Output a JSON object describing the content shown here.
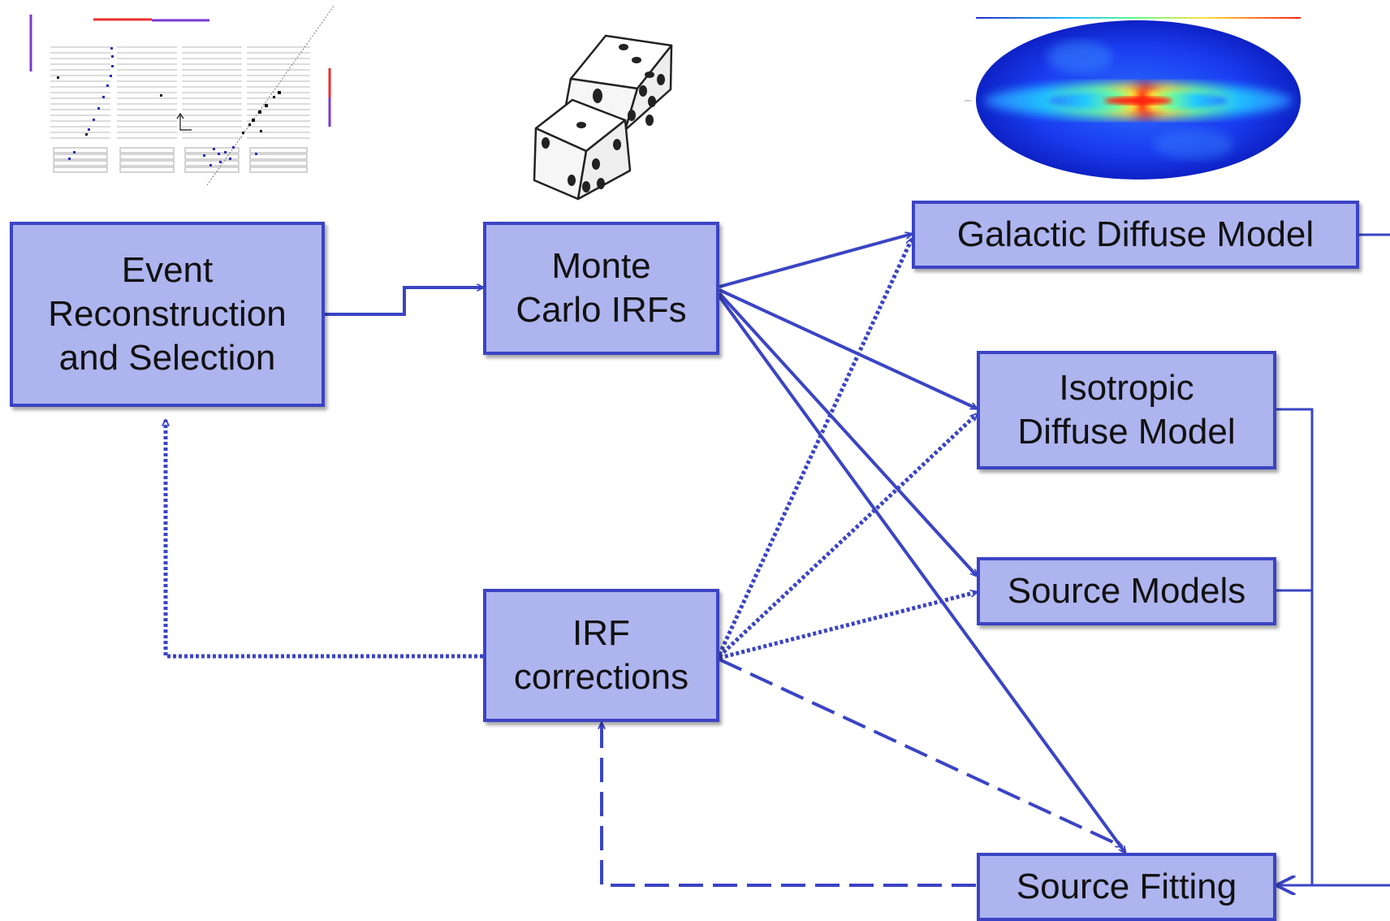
{
  "colors": {
    "box_fill": "#aeb4ee",
    "box_border": "#3b44c4",
    "connector": "#3b44c4"
  },
  "boxes": {
    "event_reco": {
      "lines": [
        "Event",
        "Reconstruction",
        "and Selection"
      ]
    },
    "monte_carlo": {
      "lines": [
        "Monte",
        "Carlo IRFs"
      ]
    },
    "irf_corrections": {
      "lines": [
        "IRF",
        "corrections"
      ]
    },
    "galactic": {
      "lines": [
        "Galactic Diffuse Model"
      ]
    },
    "isotropic": {
      "lines": [
        "Isotropic",
        "Diffuse Model"
      ]
    },
    "source_models": {
      "lines": [
        "Source Models"
      ]
    },
    "source_fitting": {
      "lines": [
        "Source Fitting"
      ]
    }
  },
  "images": {
    "event_display": {
      "icon": "particle-track-display"
    },
    "dice": {
      "icon": "dice-icon"
    },
    "sky_map": {
      "icon": "all-sky-map"
    }
  }
}
